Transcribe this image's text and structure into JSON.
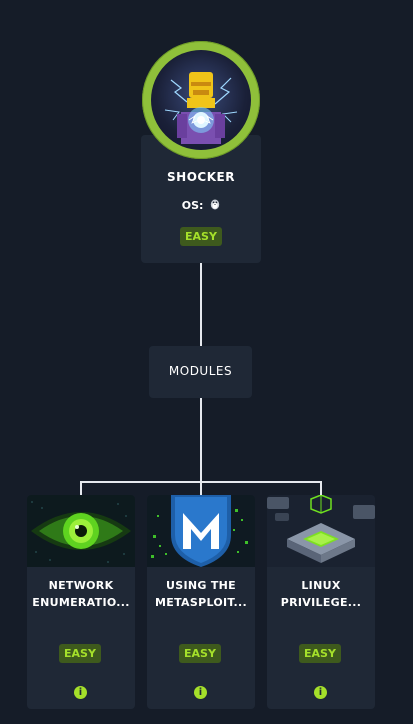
{
  "machine": {
    "name": "SHOCKER",
    "os_label": "OS:",
    "os_icon": "linux-penguin-icon",
    "difficulty": "EASY",
    "avatar": "shocker-robot-avatar"
  },
  "hub": {
    "label": "MODULES"
  },
  "modules": [
    {
      "title_line1": "NETWORK",
      "title_line2": "ENUMERATIO...",
      "difficulty": "EASY",
      "thumb": "green-eye-thumbnail"
    },
    {
      "title_line1": "USING THE",
      "title_line2": "METASPLOIT...",
      "difficulty": "EASY",
      "thumb": "metasploit-logo-thumbnail"
    },
    {
      "title_line1": "LINUX",
      "title_line2": "PRIVILEGE...",
      "difficulty": "EASY",
      "thumb": "server-chip-thumbnail"
    }
  ],
  "colors": {
    "background": "#151c28",
    "card": "#1f2836",
    "accent_green": "#a5e02a",
    "badge_bg": "#3e5a1d",
    "avatar_ring": "#8fc03a",
    "connector": "#e6e9ee"
  }
}
